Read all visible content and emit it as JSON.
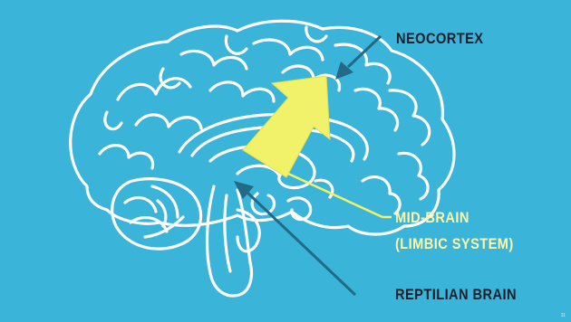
{
  "slide": {
    "background": "#3ab4d9",
    "brain_outline_color": "#ffffff",
    "labels": {
      "neocortex": "NEOCORTEX",
      "midbrain_line1": "MID-BRAIN",
      "midbrain_line2": "(LIMBIC SYSTEM)",
      "reptilian": "REPTILIAN BRAIN"
    },
    "page_number": "11"
  },
  "colors": {
    "neocortex_text": "#1b1d2a",
    "midbrain_text": "#fff7a6",
    "reptilian_text": "#1b1d2a",
    "dark_arrow": "#226a85",
    "yellow_arrow": "#f2f26a"
  }
}
